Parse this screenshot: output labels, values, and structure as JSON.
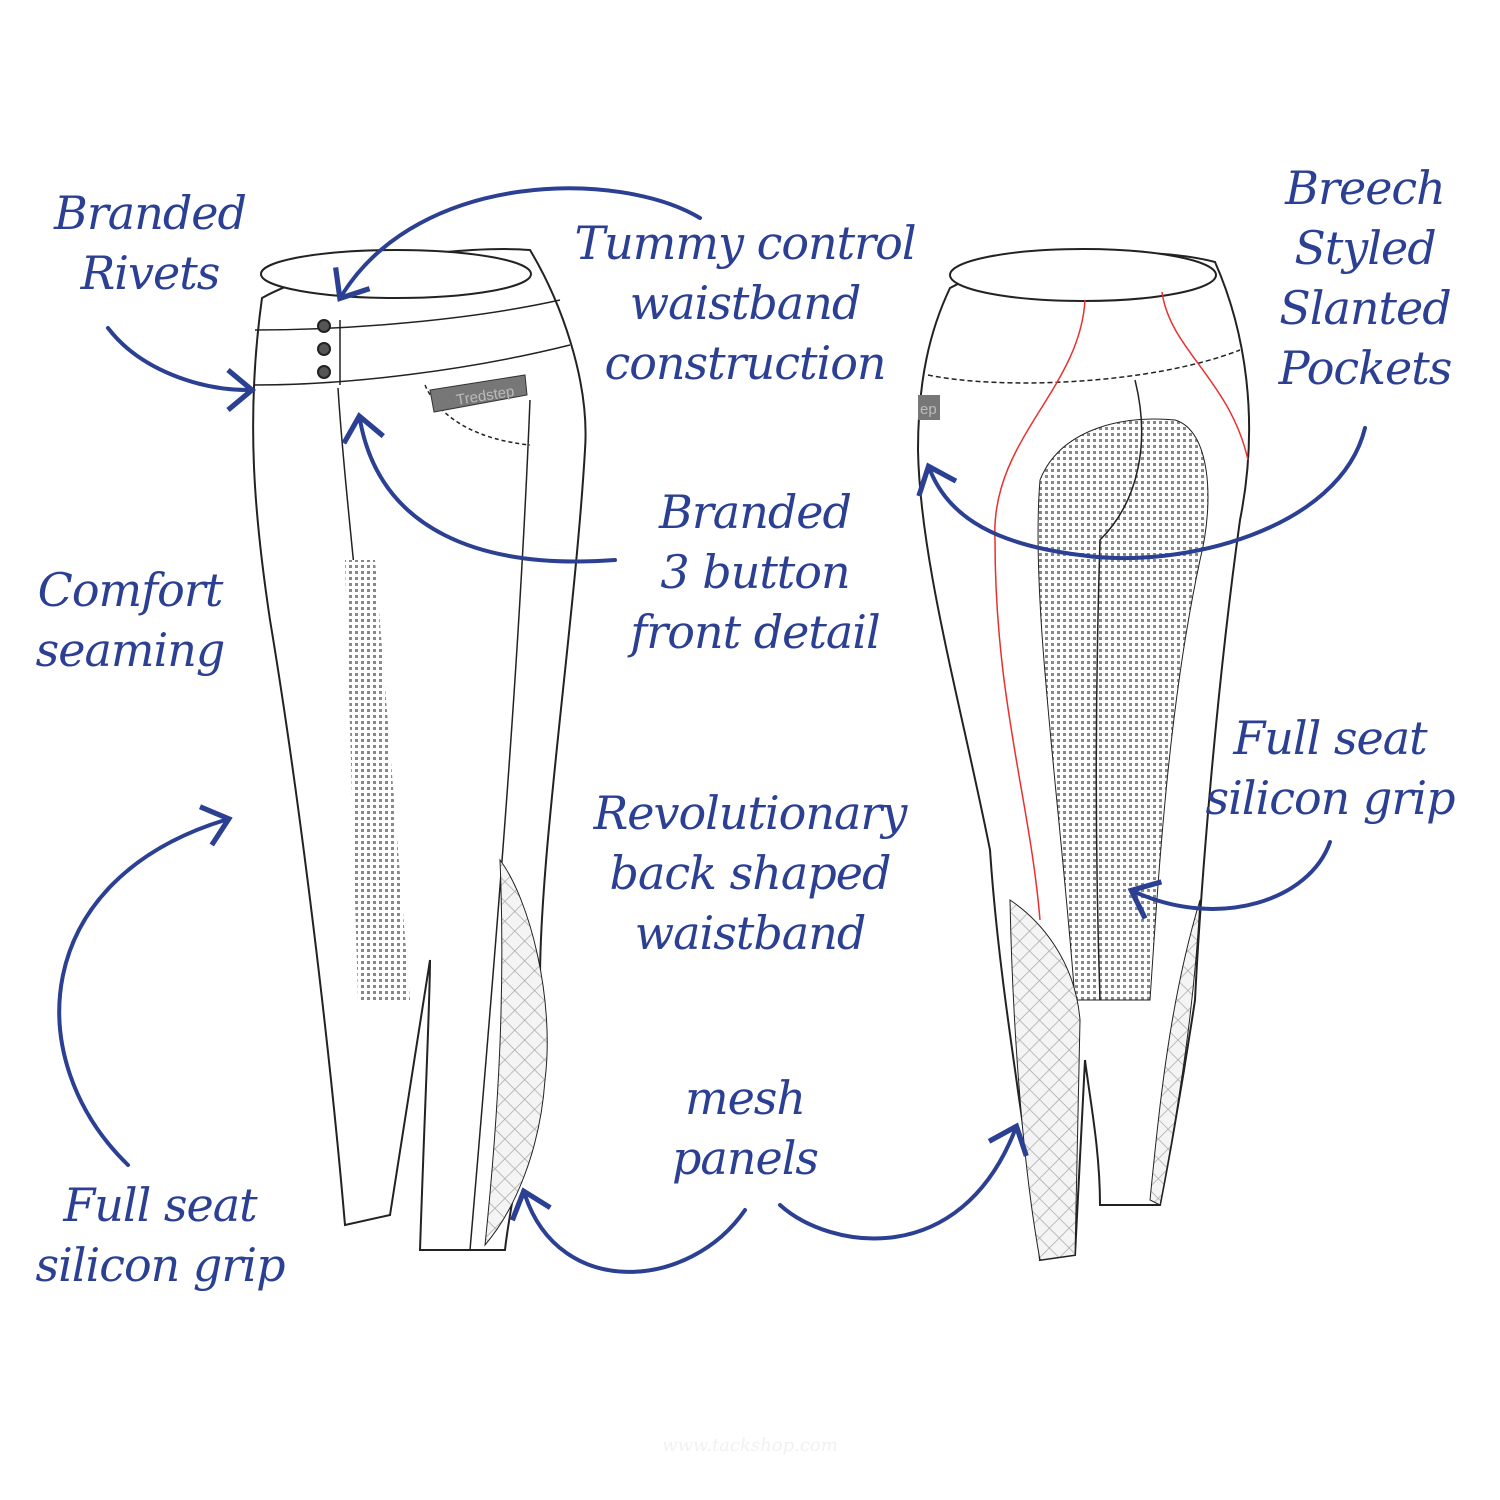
{
  "title": "Breeches feature diagram",
  "accent_color": "#2b3f93",
  "seam_color": "#e8312f",
  "labels": {
    "branded_rivets": "Branded\nRivets",
    "tummy_control": "Tummy control\nwaistband\nconstruction",
    "breech_pockets": "Breech\nStyled\nSlanted\nPockets",
    "button_detail": "Branded\n3 button\nfront detail",
    "comfort_seaming": "Comfort\nseaming",
    "back_waistband": "Revolutionary\nback shaped\nwaistband",
    "full_seat_right": "Full seat\nsilicon grip",
    "full_seat_left": "Full seat\nsilicon grip",
    "mesh_panels": "mesh\npanels"
  },
  "pocket_brand": "Tredstep",
  "back_brand_fragment": "ep",
  "watermark": "www.tackshop.com"
}
